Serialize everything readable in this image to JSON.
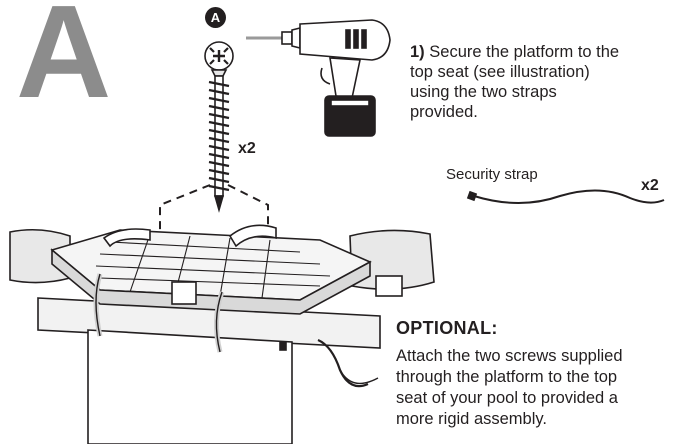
{
  "step_letter": "A",
  "screw_badge": "A",
  "screw_count": "x2",
  "step": {
    "number": "1)",
    "text_line1": " Secure the platform to the",
    "text_line2": "top seat (see illustration)",
    "text_line3": "using the two straps",
    "text_line4": "provided."
  },
  "strap": {
    "label": "Security strap",
    "count": "x2"
  },
  "optional": {
    "title": "OPTIONAL:",
    "line1": "Attach the two screws supplied",
    "line2": "through the platform to the top",
    "line3": "seat of your pool to provided a",
    "line4": "more rigid assembly."
  },
  "icons": [
    "screw-icon",
    "drill-icon",
    "security-strap-icon",
    "platform-illustration"
  ],
  "colors": {
    "ink": "#231f20",
    "letter_grey": "#8c8c8c",
    "part_grey": "#d9d9d9"
  }
}
